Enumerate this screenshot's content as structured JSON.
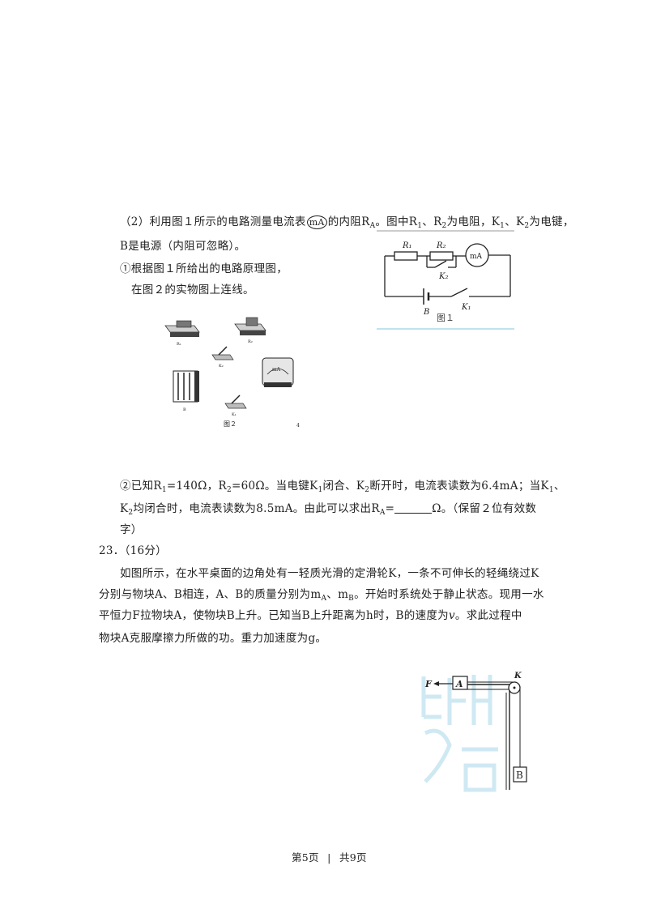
{
  "q22_part2": {
    "line1_a": "（2）利用图１所示的电路测量电流表",
    "meter_symbol": "mA",
    "line1_b": "的内阻R",
    "line1_b_sub": "A",
    "line1_c": "。图中R",
    "line1_c_sub1": "1",
    "line1_d": "、R",
    "line1_d_sub": "2",
    "line1_e": "为电阻，K",
    "line1_e_sub": "1",
    "line1_f": "、K",
    "line1_f_sub": "2",
    "line1_g": "为电键，",
    "line2": "B是电源（内阻可忽略）。",
    "line3": "①根据图１所给出的电路原理图，",
    "line4": "在图２的实物图上连线。"
  },
  "figure1": {
    "caption": "图１",
    "labels": {
      "r1": "R₁",
      "r2": "R₂",
      "meter": "mA",
      "k2": "K₂",
      "b": "B",
      "k1": "K₁"
    }
  },
  "figure2": {
    "caption": "图２",
    "labels": {
      "r1": "R₁",
      "r2": "R₂",
      "k2": "K₂",
      "b": "B",
      "k1": "K₁",
      "meter": "mA",
      "corner": "4"
    }
  },
  "q22_part2_b": {
    "line1_a": "②已知R",
    "line1_a_sub": "1",
    "line1_b": "=140Ω，R",
    "line1_b_sub": "2",
    "line1_c": "=60Ω。当电键K",
    "line1_c_sub": "1",
    "line1_d": "闭合、K",
    "line1_d_sub": "2",
    "line1_e": "断开时，电流表读数为6.4mA；当K",
    "line1_e_sub": "1",
    "line1_f": "、",
    "line2_a": "K",
    "line2_a_sub": "2",
    "line2_b": "均闭合时，电流表读数为8.5mA。由此可以求出R",
    "line2_b_sub": "A",
    "line2_c": "=",
    "line2_d": "Ω。（保留２位有效数",
    "line3": "字）"
  },
  "q23": {
    "header": "23．（16分）",
    "line1": "如图所示，在水平桌面的边角处有一轻质光滑的定滑轮K，一条不可伸长的轻绳绕过K",
    "line2_a": "分别与物块A、B相连，A、B的质量分别为m",
    "line2_sub1": "A",
    "line2_b": "、m",
    "line2_sub2": "B",
    "line2_c": "。开始时系统处于静止状态。现用一水",
    "line3_a": "平恒力F拉物块A，使物块B上升。已知当B上升距离为h时，B的速度为",
    "line3_v": "v",
    "line3_b": "。求此过程中",
    "line4": "物块A克服摩擦力所做的功。重力加速度为g。"
  },
  "figure3": {
    "labels": {
      "f": "F",
      "a": "A",
      "k": "K",
      "b": "B"
    }
  },
  "footer": {
    "page": "第5页",
    "sep": "|",
    "total": "共9页"
  }
}
